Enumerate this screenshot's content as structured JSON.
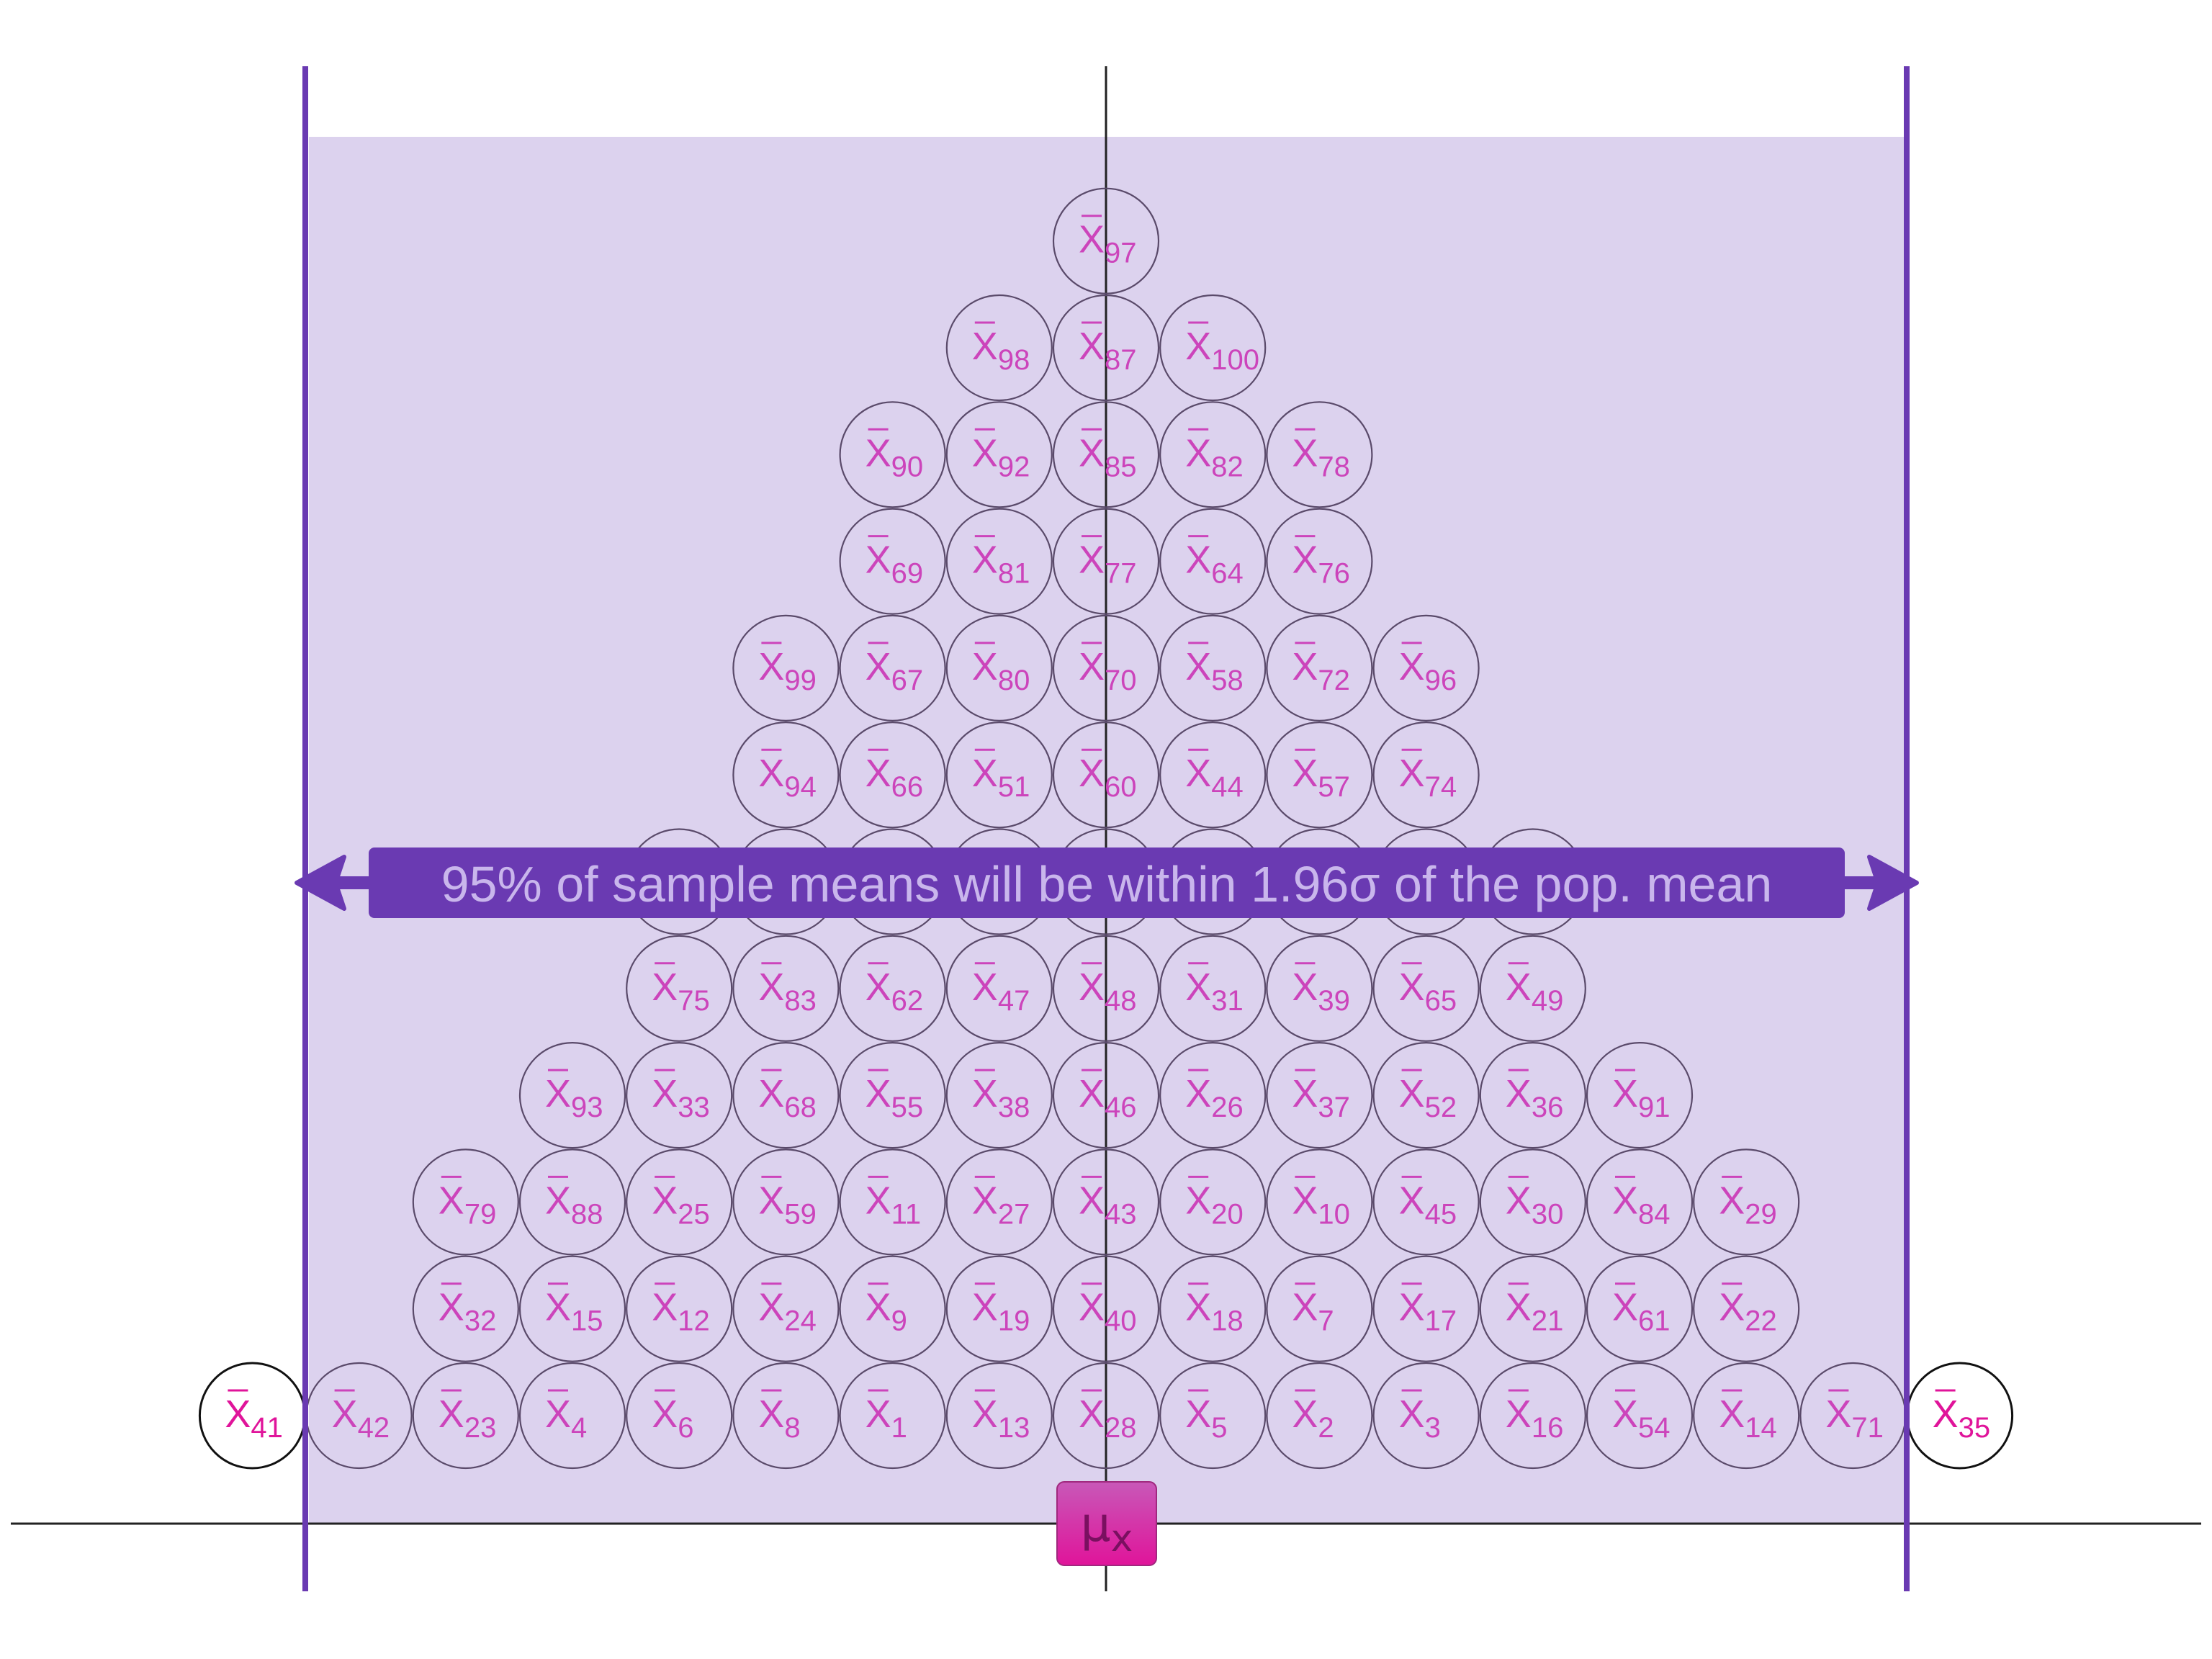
{
  "banner": {
    "text": "95% of sample means will be within 1.96σ of the pop. mean"
  },
  "mean_marker": {
    "symbol": "μ",
    "subscript": "x"
  },
  "ball_symbol": "X",
  "colors": {
    "region_fill": "#dcd2ee",
    "boundary": "#6a3ab2",
    "banner_bg": "#6a3ab2",
    "banner_text": "#c9b6ec",
    "ball_text": "#cc44bb",
    "outside_ball_text": "#e0149a",
    "ball_stroke": "#5a4a6a",
    "mu_box_top": "#c858b8",
    "mu_box_bottom": "#e0149a",
    "axis": "#222222"
  },
  "rows": [
    {
      "level": 0,
      "labels": [
        "41",
        "42",
        "23",
        "4",
        "6",
        "8",
        "1",
        "13",
        "28",
        "5",
        "2",
        "3",
        "16",
        "54",
        "14",
        "71",
        "35"
      ],
      "outside": [
        "41",
        "35"
      ]
    },
    {
      "level": 1,
      "labels": [
        "32",
        "15",
        "12",
        "24",
        "9",
        "19",
        "40",
        "18",
        "7",
        "17",
        "21",
        "61",
        "22"
      ]
    },
    {
      "level": 2,
      "labels": [
        "79",
        "88",
        "25",
        "59",
        "11",
        "27",
        "43",
        "20",
        "10",
        "45",
        "30",
        "84",
        "29"
      ]
    },
    {
      "level": 3,
      "labels": [
        "93",
        "33",
        "68",
        "55",
        "38",
        "46",
        "26",
        "37",
        "52",
        "36",
        "91"
      ]
    },
    {
      "level": 4,
      "labels": [
        "75",
        "83",
        "62",
        "47",
        "48",
        "31",
        "39",
        "65",
        "49"
      ]
    },
    {
      "level": 5,
      "labels": [
        "",
        "",
        "",
        "",
        "",
        "",
        "",
        "",
        ""
      ],
      "hidden_by_banner": true
    },
    {
      "level": 6,
      "labels": [
        "94",
        "66",
        "51",
        "60",
        "44",
        "57",
        "74"
      ]
    },
    {
      "level": 7,
      "labels": [
        "99",
        "67",
        "80",
        "70",
        "58",
        "72",
        "96"
      ]
    },
    {
      "level": 8,
      "labels": [
        "69",
        "81",
        "77",
        "64",
        "76"
      ]
    },
    {
      "level": 9,
      "labels": [
        "90",
        "92",
        "85",
        "82",
        "78"
      ]
    },
    {
      "level": 10,
      "labels": [
        "98",
        "87",
        "100"
      ]
    },
    {
      "level": 11,
      "labels": [
        "97"
      ]
    }
  ]
}
